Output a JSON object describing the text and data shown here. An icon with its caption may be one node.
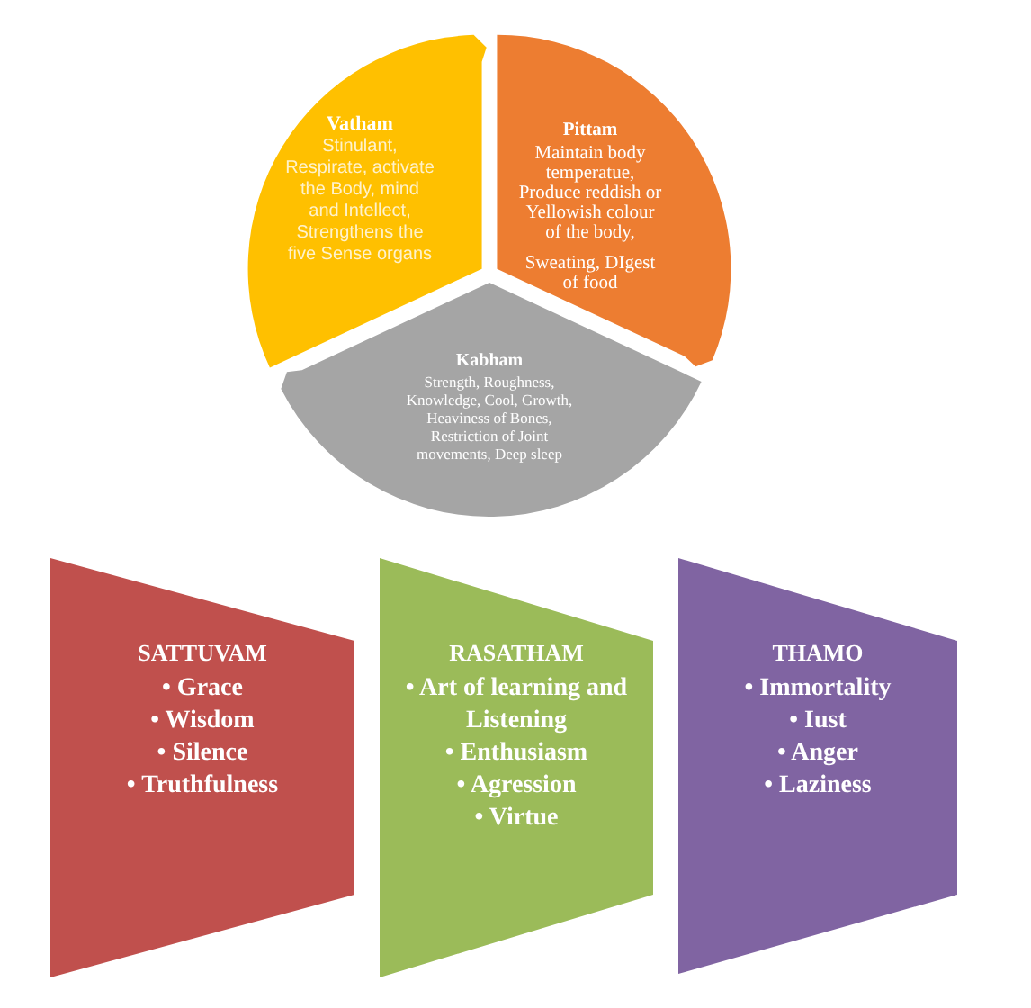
{
  "diagram": {
    "nodes": [
      {
        "text": [
          "Vatham",
          "Stinulant, Respirate, activate the Body, mind and Intellect, Strengthens the five Sense organs"
        ]
      },
      {
        "text": [
          "Pittam",
          "Maintain body temperatue, Produce reddish or Yellowish colour of the body,",
          "Sweating, DIgest of food"
        ]
      },
      {
        "text": [
          "Kabham",
          "Strength, Roughness, Knowledge, Cool, Growth, Heaviness of Bones, Restriction of Joint movements, Deep sleep"
        ]
      },
      {
        "text": [
          "SATTUVAM",
          "• Grace",
          "• Wisdom",
          "• Silence",
          "• Truthfulness"
        ]
      },
      {
        "text": [
          "RASATHAM",
          "• Art of learning and Listening",
          "• Enthusiasm",
          "• Agression",
          "• Virtue"
        ]
      },
      {
        "text": [
          "THAMO",
          "• Immortality",
          "• Iust",
          "• Anger",
          "• Laziness"
        ]
      }
    ]
  }
}
